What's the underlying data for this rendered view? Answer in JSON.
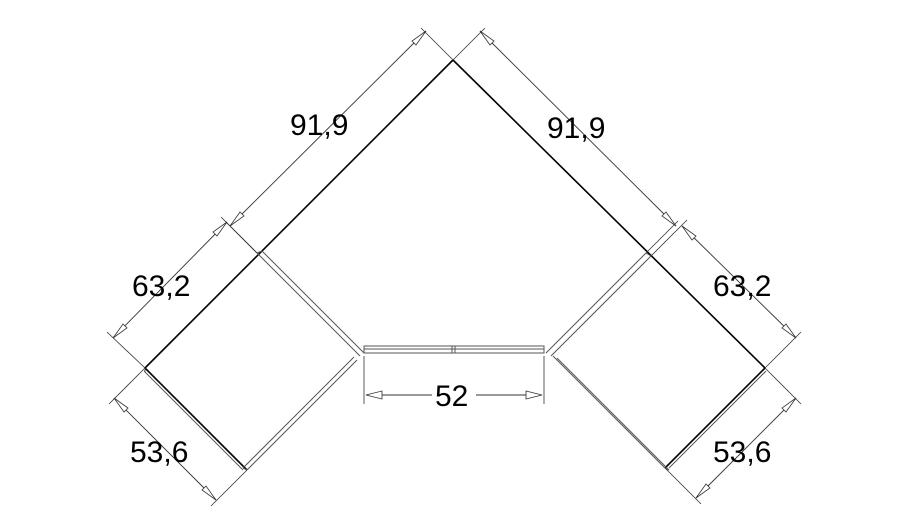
{
  "diagram": {
    "labels": {
      "top_left": "91,9",
      "top_right": "91,9",
      "mid_left": "63,2",
      "mid_right": "63,2",
      "bottom_left": "53,6",
      "bottom_right": "53,6",
      "front": "52"
    }
  }
}
